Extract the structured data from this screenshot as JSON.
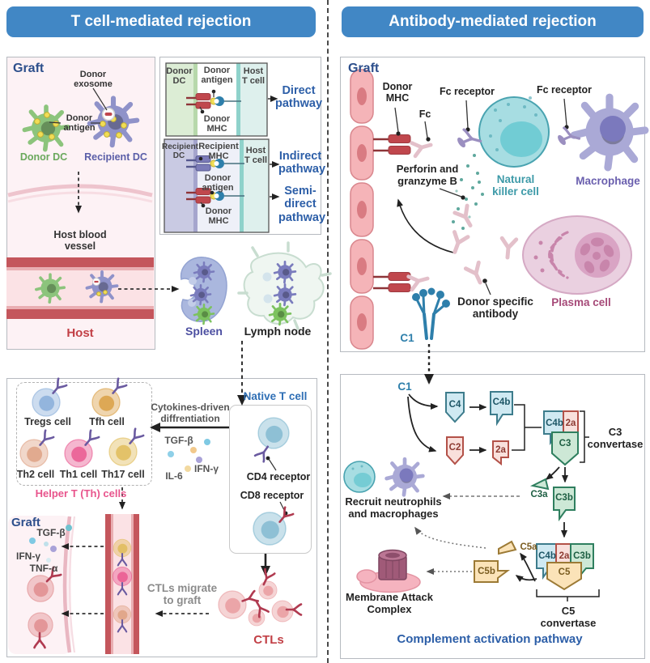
{
  "banners": {
    "tcell": "T cell-mediated rejection",
    "antibody": "Antibody-mediated rejection"
  },
  "tcell": {
    "graft": {
      "title": "Graft",
      "donor_exosome": "Donor exosome",
      "donor_antigen": "Donor antigen",
      "donor_dc": "Donor DC",
      "recipient_dc": "Recipient DC",
      "host_blood_vessel": "Host blood vessel",
      "host": "Host"
    },
    "pathways": {
      "direct": {
        "donor_dc": "Donor DC",
        "donor_antigen": "Donor antigen",
        "host_t_cell": "Host T cell",
        "donor_mhc": "Donor MHC",
        "label": "Direct pathway"
      },
      "indirect": {
        "recipient_dc": "Recipient DC",
        "recipient_mhc": "Recipient MHC",
        "host_t_cell": "Host T cell",
        "donor_antigen": "Donor antigen",
        "donor_mhc": "Donor MHC",
        "label": "Indirect pathway",
        "semi_label": "Semi-direct pathway"
      }
    },
    "lymphoid": {
      "spleen": "Spleen",
      "lymph_node": "Lymph node"
    },
    "differentiation": {
      "helper_cells": [
        "Tregs cell",
        "Tfh cell",
        "Th2 cell",
        "Th1 cell",
        "Th17 cell"
      ],
      "helper_caption": "Helper T (Th) cells",
      "cytokines_title": "Cytokines-driven diffrentiation",
      "tgf": "TGF-β",
      "il6": "IL-6",
      "ifn": "IFN-γ",
      "native_title": "Native T cell",
      "cd4": "CD4 receptor",
      "cd8": "CD8 receptor"
    },
    "graft_bottom": {
      "title": "Graft",
      "tgf": "TGF-β",
      "ifn": "IFN-γ",
      "tnf": "TNF-α",
      "migrate": "CTLs migrate to graft",
      "ctls": "CTLs"
    }
  },
  "amr": {
    "top": {
      "title": "Graft",
      "donor_mhc": "Donor MHC",
      "fc": "Fc",
      "fc_receptor_nk": "Fc receptor",
      "fc_receptor_mac": "Fc receptor",
      "nk": "Natural killer cell",
      "macrophage": "Macrophage",
      "perforin": "Perforin and granzyme B",
      "dsa": "Donor specific antibody",
      "plasma": "Plasma cell",
      "c1": "C1"
    },
    "cascade": {
      "c1": "C1",
      "c4": "C4",
      "c4b": "C4b",
      "c2": "C2",
      "c2a": "2a",
      "conv3_c4b": "C4b",
      "conv3_2a": "2a",
      "conv3_c3": "C3",
      "c3_convertase": "C3 convertase",
      "c3a": "C3a",
      "c3b": "C3b",
      "recruit": "Recruit neutrophils and macrophages",
      "conv5_c4b": "C4b",
      "conv5_2a": "2a",
      "conv5_c3b": "C3b",
      "conv5_c5": "C5",
      "c5_convertase": "C5 convertase",
      "c5a": "C5a",
      "c5b": "C5b",
      "mac": "Membrane Attack Complex",
      "footer": "Complement activation pathway"
    }
  },
  "colors": {
    "banner": "#4187c5",
    "title_blue": "#2d4f8c",
    "pathway_blue": "#2d5fa8",
    "donor_green": "#6aa85c",
    "recipient_purple": "#5a5ea8",
    "host_red": "#c24046",
    "helper_pink": "#e8548c",
    "nk_teal": "#3d9aa8",
    "macrophage_purple": "#6a5fae",
    "plasma_pink": "#a64a78",
    "c1_blue": "#2e7fab",
    "complement_blue": "#cfe9f2",
    "complement_pink": "#f9e0dc",
    "complement_green": "#cde8d6",
    "complement_orange": "#fbe3b8"
  }
}
